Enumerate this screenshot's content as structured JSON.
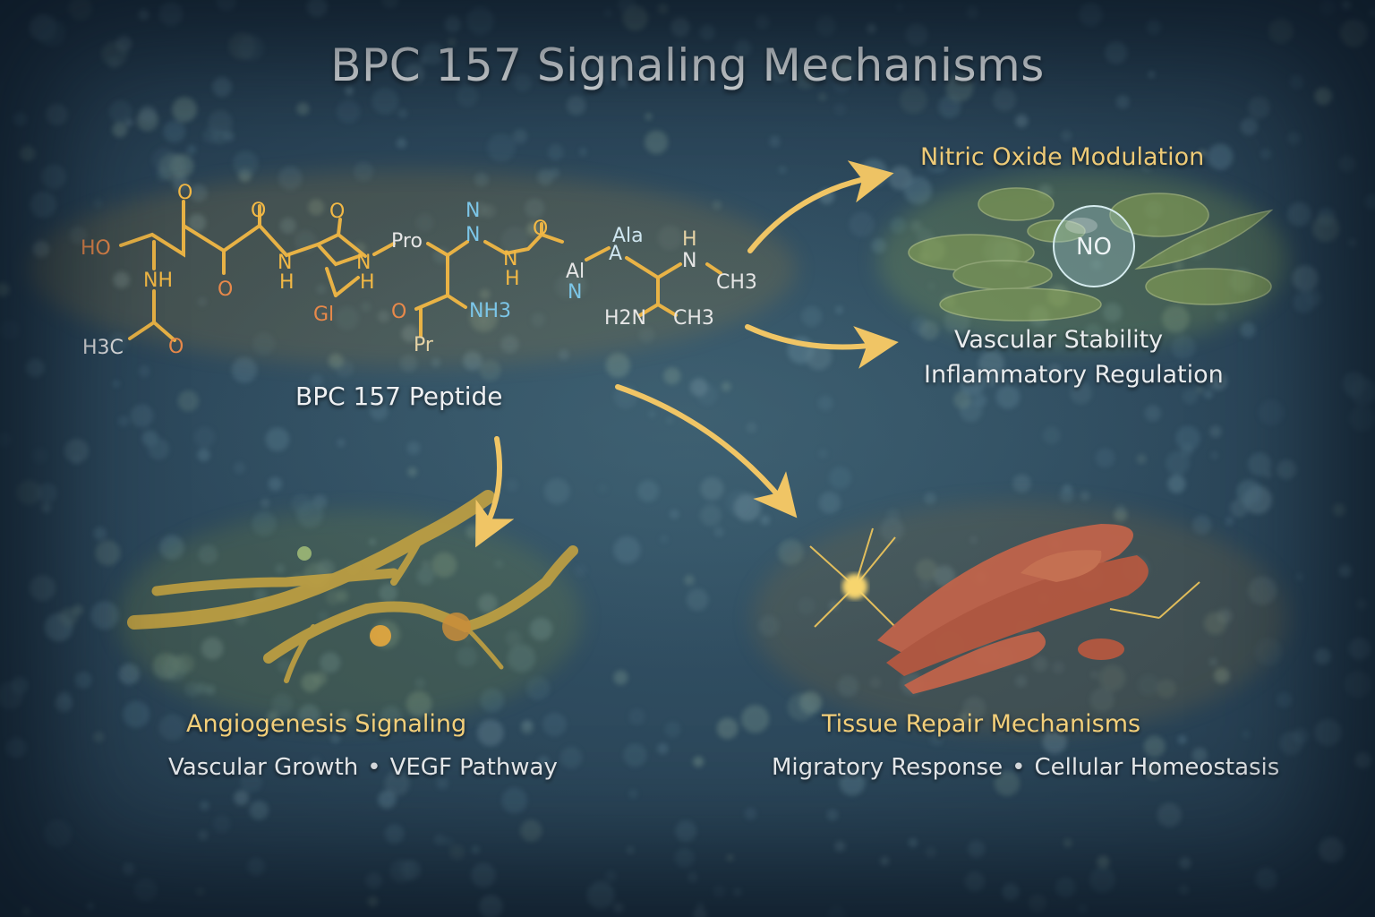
{
  "title": "BPC 157 Signaling Mechanisms",
  "peptide": {
    "label": "BPC 157 Peptide",
    "structure_labels": {
      "ho": "HO",
      "nh_1": "NH",
      "h3c": "H3C",
      "o_1": "O",
      "o_2": "O",
      "o_3": "O",
      "o_4": "O",
      "o_5": "O",
      "n_1": "N",
      "h_1": "H",
      "n_2": "N",
      "h_2": "H",
      "gl": "Gl",
      "pro": "Pro",
      "o_side": "O",
      "pr": "Pr",
      "n_blue_1": "N",
      "n_blue_2": "N",
      "nh3": "NH3",
      "n_3": "N",
      "h_3": "H",
      "o_6": "O",
      "al": "Al",
      "n_blue_3": "N",
      "ala": "Ala",
      "a": "A",
      "h_4": "H",
      "n_4": "N",
      "ch3_1": "CH3",
      "h2n": "H2N",
      "ch3_2": "CH3"
    }
  },
  "mechanisms": [
    {
      "title": "Nitric Oxide Modulation",
      "badge": "NO",
      "subtitles": [
        "Vascular Stability",
        "Inflammatory Regulation"
      ]
    },
    {
      "title": "Angiogenesis Signaling",
      "details": [
        "Vascular Growth",
        "VEGF Pathway"
      ],
      "separator": "•"
    },
    {
      "title": "Tissue Repair Mechanisms",
      "details": [
        "Migratory Response",
        "Cellular Homeostasis"
      ],
      "separator": "•"
    }
  ],
  "colors": {
    "background": "#2b4659",
    "gold": "#f3cf7a",
    "arrow": "#f0c565",
    "bond": "#f2b845",
    "orange_atom": "#e8894a",
    "blue_atom": "#7cc6e8",
    "text_white": "#eef0f2",
    "muscle": "#c4644a"
  }
}
